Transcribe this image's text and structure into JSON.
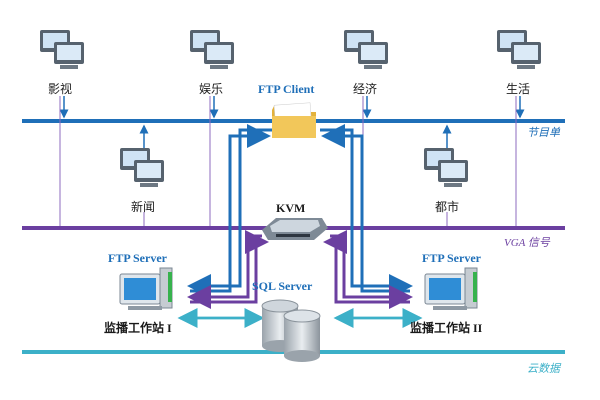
{
  "labels": {
    "top_clients": [
      "影视",
      "娱乐",
      "经济",
      "生活"
    ],
    "mid_clients": [
      "新闻",
      "都市"
    ],
    "ftp_client": "FTP Client",
    "kvm": "KVM",
    "ftp_server_left": "FTP Server",
    "ftp_server_right": "FTP Server",
    "sql_server": "SQL Server",
    "workstation_left": "监播工作站 I",
    "workstation_right": "监播工作站 II",
    "bus_program": "节目单",
    "bus_vga": "VGA 信号",
    "bus_cloud": "云数据"
  },
  "colors": {
    "program_bus": "#1f6fb8",
    "vga_bus": "#6b3fa0",
    "cloud_bus": "#3cb0c8",
    "accent_text": "#1f6fb8"
  }
}
